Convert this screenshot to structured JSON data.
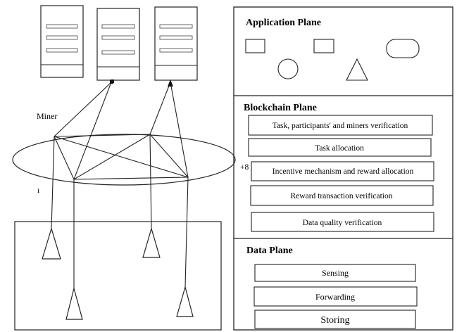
{
  "miner_label": "Miner",
  "stray_marks": {
    "incentive_prefix": "+8",
    "tick": "ı"
  },
  "application_plane": {
    "title": "Application Plane"
  },
  "blockchain_plane": {
    "title": "Blockchain Plane",
    "steps": [
      "Task, participants' and miners verification",
      "Task allocation",
      "Incentive mechanism and reward allocation",
      "Reward transaction verification",
      "Data quality verification"
    ]
  },
  "data_plane": {
    "title": "Data Plane",
    "functions": [
      "Sensing",
      "Forwarding",
      "Storing"
    ]
  }
}
